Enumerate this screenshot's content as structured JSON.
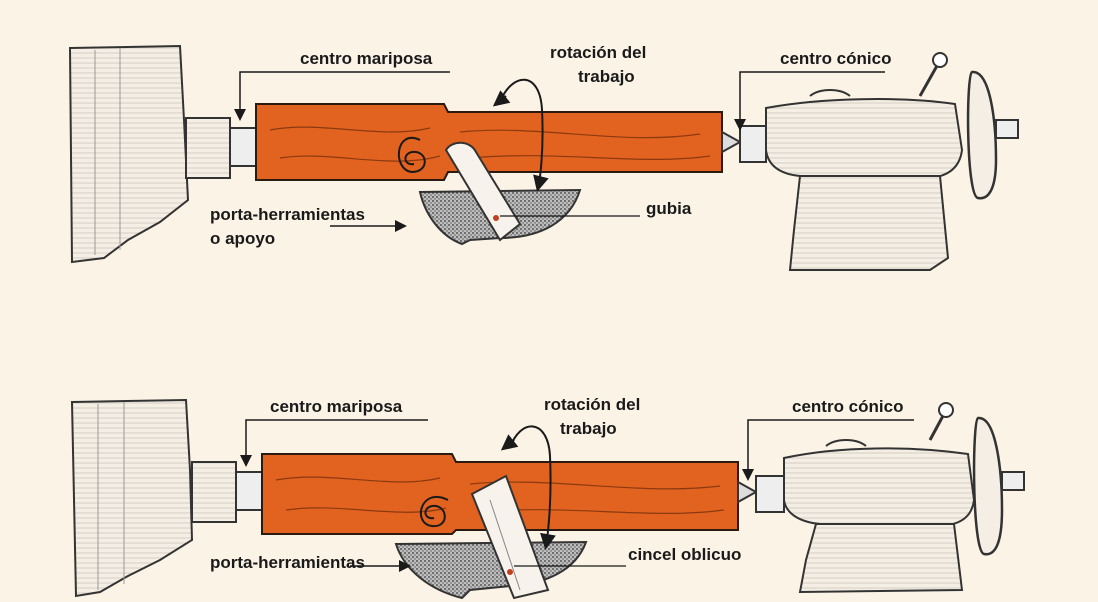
{
  "colors": {
    "background": "#fbf3e6",
    "workpiece": "#e2621f",
    "ink": "#1a1a1a"
  },
  "diagrams": [
    {
      "labels": {
        "butterfly_center": "centro mariposa",
        "rotation_line1": "rotación del",
        "rotation_line2": "trabajo",
        "cone_center": "centro cónico",
        "tool_rest_line1": "porta-herramientas",
        "tool_rest_line2": "o apoyo",
        "tool": "gubia"
      }
    },
    {
      "labels": {
        "butterfly_center": "centro mariposa",
        "rotation_line1": "rotación del",
        "rotation_line2": "trabajo",
        "cone_center": "centro cónico",
        "tool_rest_line1": "porta-herramientas",
        "tool": "cincel oblicuo"
      }
    }
  ]
}
